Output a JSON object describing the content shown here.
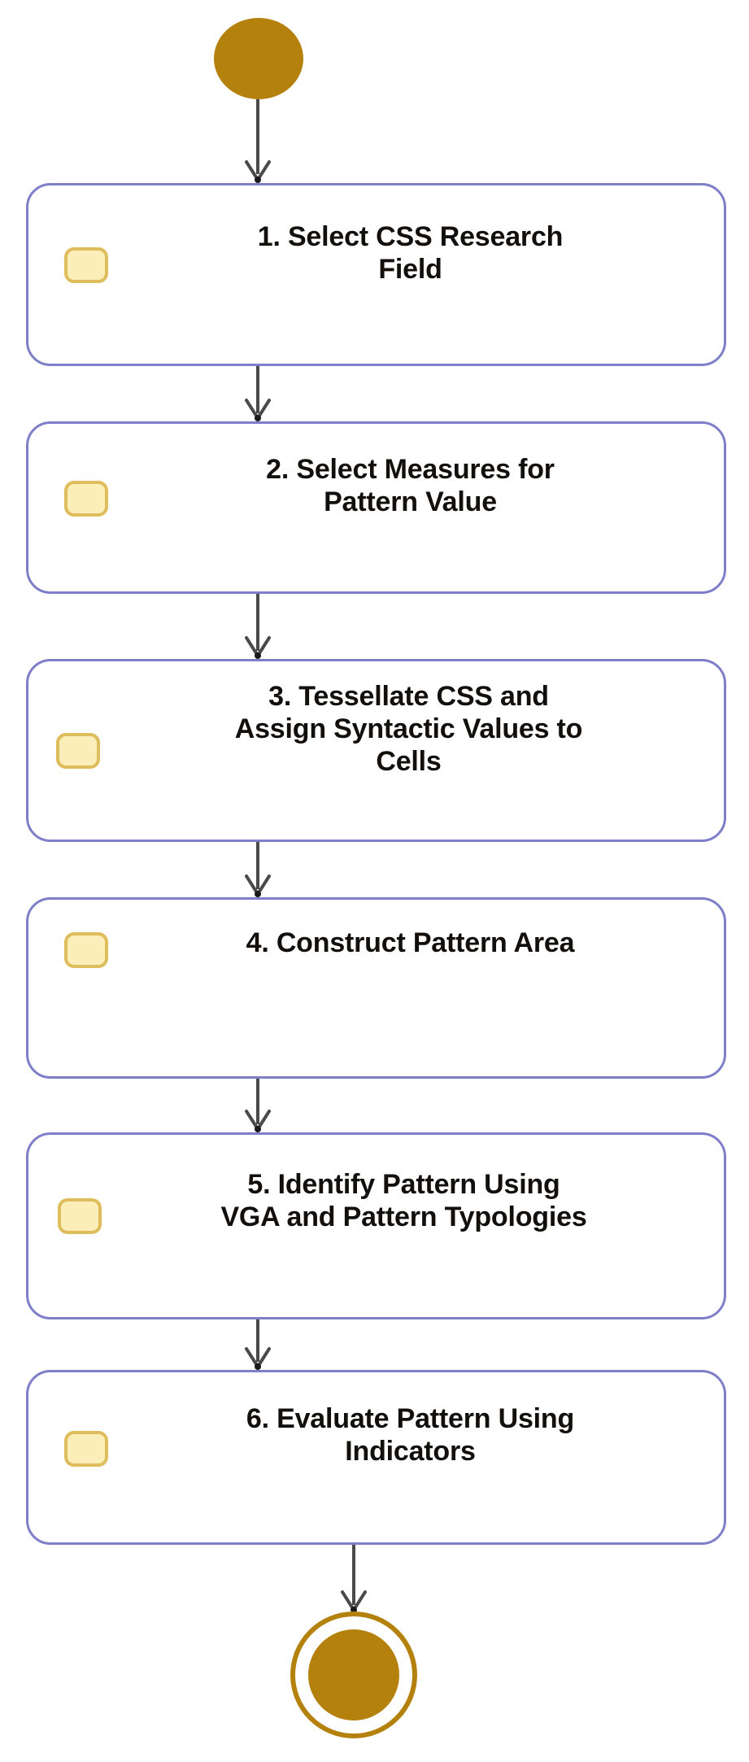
{
  "diagram": {
    "type": "activity-flowchart",
    "orientation": "vertical",
    "colors": {
      "terminal_fill": "#b5810d",
      "box_border": "#7e7ec9",
      "box_fill": "#ffffff",
      "icon_fill": "#fbeeb8",
      "icon_border": "#e0bd5c",
      "connector": "#4a4a4a",
      "text": "#120f0c"
    },
    "start_node": {
      "name": "start-event",
      "shape": "filled-circle",
      "label": ""
    },
    "end_node": {
      "name": "end-event",
      "shape": "ringed-filled-circle",
      "label": ""
    },
    "steps": [
      {
        "number": "1",
        "label": "1. Select CSS Research\nField",
        "icon": "task-square-icon"
      },
      {
        "number": "2",
        "label": "2. Select Measures for\nPattern Value",
        "icon": "task-square-icon"
      },
      {
        "number": "3",
        "label": "3. Tessellate CSS and\nAssign Syntactic Values to\nCells",
        "icon": "task-square-icon"
      },
      {
        "number": "4",
        "label": "4. Construct Pattern Area",
        "icon": "task-square-icon"
      },
      {
        "number": "5",
        "label": "5. Identify Pattern Using\nVGA and Pattern Typologies",
        "icon": "task-square-icon"
      },
      {
        "number": "6",
        "label": "6. Evaluate Pattern Using\nIndicators",
        "icon": "task-square-icon"
      }
    ],
    "connectors": [
      {
        "name": "arrow-start-to-step1",
        "from": "start-event",
        "to": "step-1"
      },
      {
        "name": "arrow-step1-to-step2",
        "from": "step-1",
        "to": "step-2"
      },
      {
        "name": "arrow-step2-to-step3",
        "from": "step-2",
        "to": "step-3"
      },
      {
        "name": "arrow-step3-to-step4",
        "from": "step-3",
        "to": "step-4"
      },
      {
        "name": "arrow-step4-to-step5",
        "from": "step-4",
        "to": "step-5"
      },
      {
        "name": "arrow-step5-to-step6",
        "from": "step-5",
        "to": "step-6"
      },
      {
        "name": "arrow-step6-to-end",
        "from": "step-6",
        "to": "end-event"
      }
    ]
  }
}
